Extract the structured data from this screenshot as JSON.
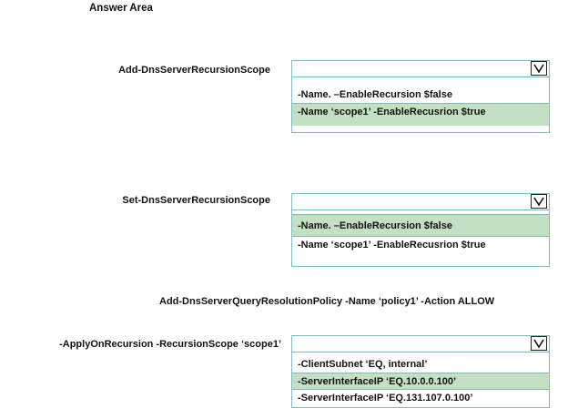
{
  "title": "Answer Area",
  "rows": [
    {
      "command": "Add-DnsServerRecursionScope",
      "options": [
        {
          "label": "-Name. –EnableRecursion $false",
          "selected": false
        },
        {
          "label": "-Name ‘scope1’  -EnableRecusrion $true",
          "selected": true
        }
      ]
    },
    {
      "command": "Set-DnsServerRecursionScope",
      "options": [
        {
          "label": "-Name. –EnableRecursion $false",
          "selected": true
        },
        {
          "label": "-Name ‘scope1’  -EnableRecusrion $true",
          "selected": false
        }
      ]
    },
    {
      "command": "-ApplyOnRecursion   -RecursionScope ‘scope1’",
      "options": [
        {
          "label": "-ClientSubnet ‘EQ, internal’",
          "selected": false
        },
        {
          "label": "-ServerInterfaceIP ‘EQ.10.0.0.100’",
          "selected": true
        },
        {
          "label": "-ServerInterfaceIP ‘EQ.131.107.0.100’",
          "selected": false
        }
      ]
    }
  ],
  "policy_line": "Add-DnsServerQueryResolutionPolicy   -Name ‘policy1’   -Action ALLOW",
  "colors": {
    "selected_bg": "#c4e0c4",
    "border": "#7fb8bf"
  }
}
